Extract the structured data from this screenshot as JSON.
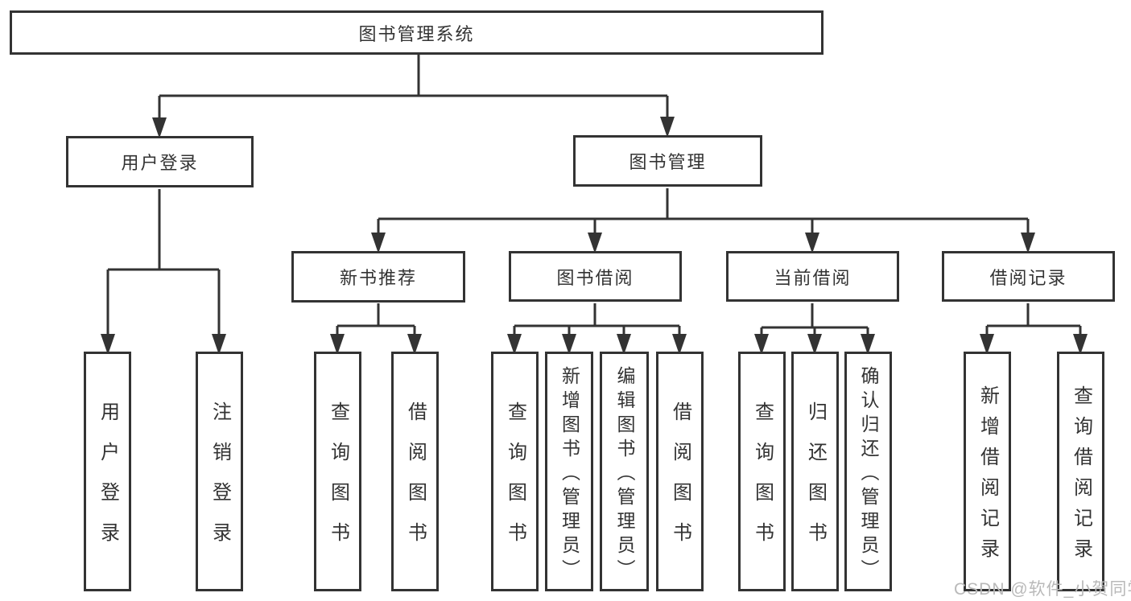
{
  "diagram": {
    "type": "hierarchy-tree",
    "colors": {
      "line": "#333333",
      "box_border": "#333333",
      "text": "#333333",
      "background": "#ffffff",
      "watermark_text_color": "#b9b9b9"
    },
    "tree": {
      "label": "图书管理系统",
      "children": [
        {
          "label": "用户登录",
          "children": [
            {
              "label": "用户登录"
            },
            {
              "label": "注销登录"
            }
          ]
        },
        {
          "label": "图书管理",
          "children": [
            {
              "label": "新书推荐",
              "children": [
                {
                  "label": "查询图书"
                },
                {
                  "label": "借阅图书"
                }
              ]
            },
            {
              "label": "图书借阅",
              "children": [
                {
                  "label": "查询图书"
                },
                {
                  "label": "新增图书（管理员）"
                },
                {
                  "label": "编辑图书（管理员）"
                },
                {
                  "label": "借阅图书"
                }
              ]
            },
            {
              "label": "当前借阅",
              "children": [
                {
                  "label": "查询图书"
                },
                {
                  "label": "归还图书"
                },
                {
                  "label": "确认归还（管理员）"
                }
              ]
            },
            {
              "label": "借阅记录",
              "children": [
                {
                  "label": "新增借阅记录"
                },
                {
                  "label": "查询借阅记录"
                }
              ]
            }
          ]
        }
      ]
    },
    "watermark": {
      "text": "CSDN @软件_小贺同学"
    }
  }
}
